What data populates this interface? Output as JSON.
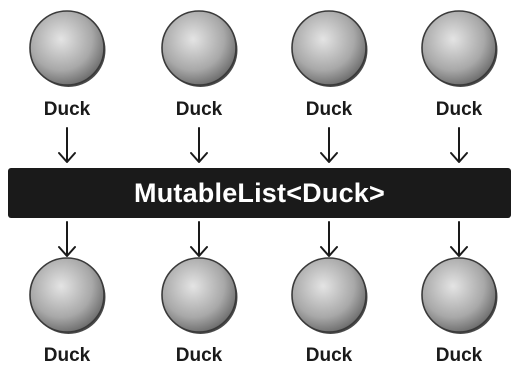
{
  "colors": {
    "bar": "#1a1a1a",
    "bar_text": "#ffffff",
    "ball_light": "#e4e4e4",
    "ball_mid": "#a8a8a8",
    "ball_dark": "#6a6a6a",
    "outline": "#3a3a3a"
  },
  "icons": {
    "ball": "duck-ball-icon",
    "arrow": "down-arrow-icon"
  },
  "container": {
    "label": "MutableList<Duck>"
  },
  "top_row": [
    {
      "label": "Duck"
    },
    {
      "label": "Duck"
    },
    {
      "label": "Duck"
    },
    {
      "label": "Duck"
    }
  ],
  "bottom_row": [
    {
      "label": "Duck"
    },
    {
      "label": "Duck"
    },
    {
      "label": "Duck"
    },
    {
      "label": "Duck"
    }
  ]
}
